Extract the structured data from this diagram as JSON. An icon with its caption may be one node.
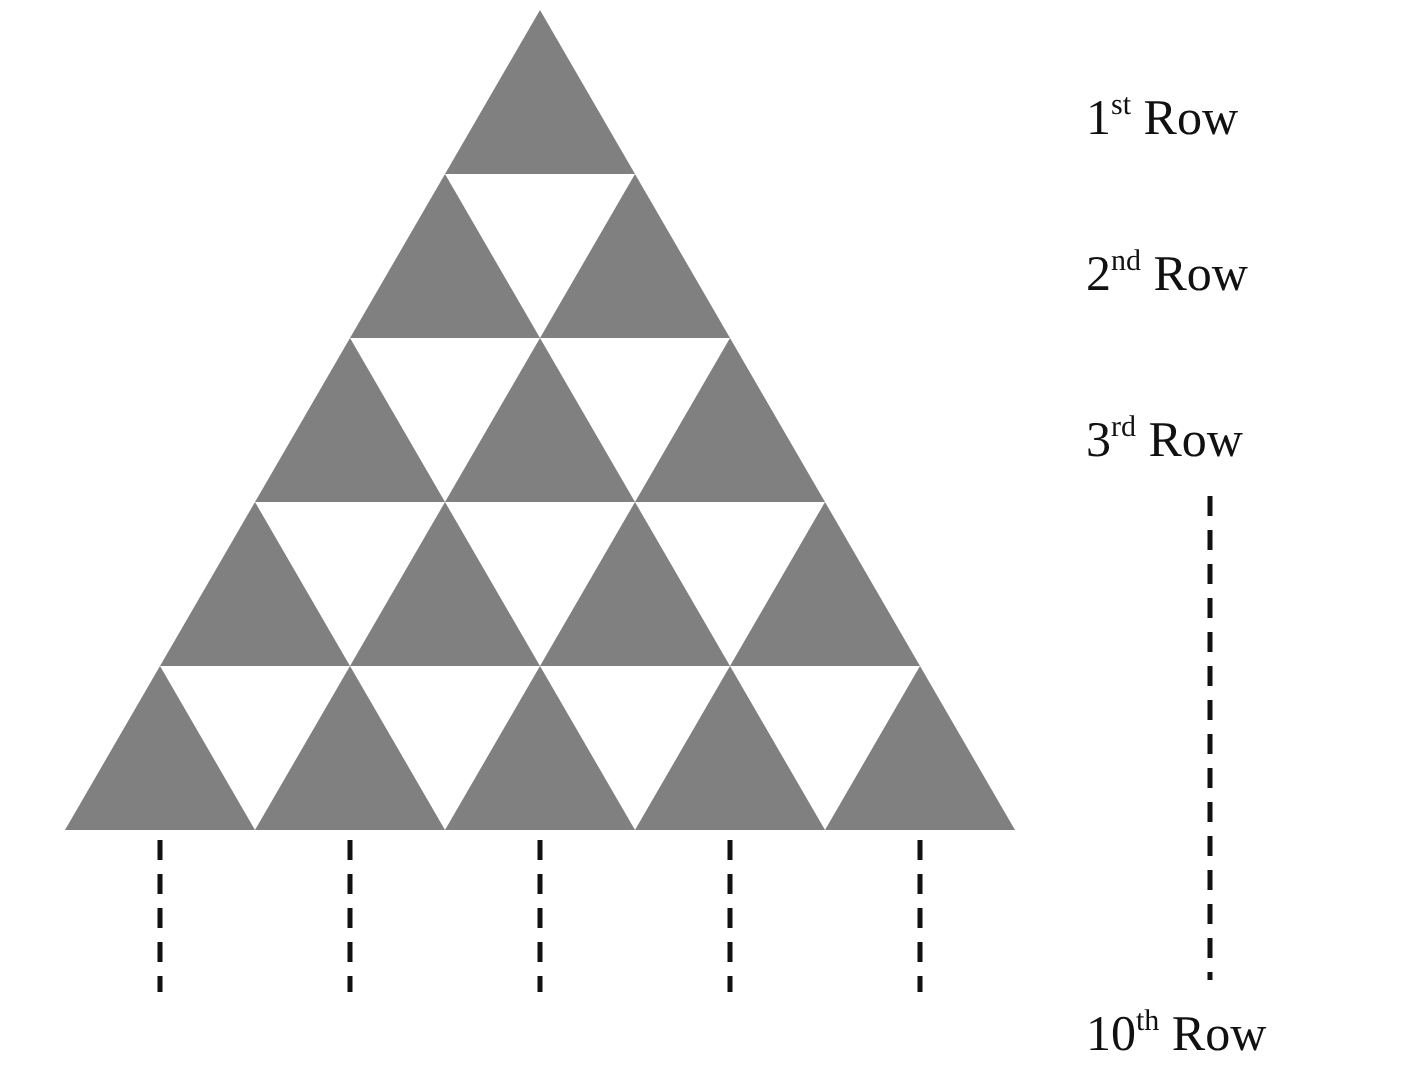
{
  "diagram": {
    "labels": [
      "1$^{st}$ Row",
      "2$^{nd}$ Row",
      "3$^{rd}$ Row",
      "10$^{th}$ Row"
    ]
  }
}
